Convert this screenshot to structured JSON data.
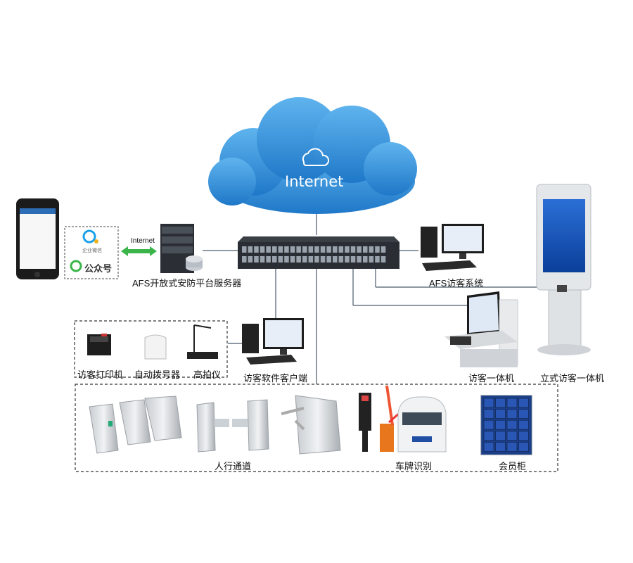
{
  "cloud": {
    "label": "Internet"
  },
  "link": {
    "internet_label": "Internet"
  },
  "apps": {
    "wecom_label": "企业微信",
    "official_account_label": "公众号"
  },
  "labels": {
    "server": "AFS开放式安防平台服务器",
    "visitor_system": "AFS访客系统",
    "printer": "访客打印机",
    "dialer": "自动拨号器",
    "scanner": "高拍仪",
    "client": "访客软件客户端",
    "visitor_kiosk": "访客一体机",
    "standing_kiosk": "立式访客一体机",
    "pedestrian": "人行通道",
    "plate": "车牌识别",
    "locker": "会员柜"
  },
  "colors": {
    "cloud": "#2f8fd8",
    "line": "#4a5a6a",
    "arrow": "#3bb54a",
    "dash": "#333333"
  }
}
